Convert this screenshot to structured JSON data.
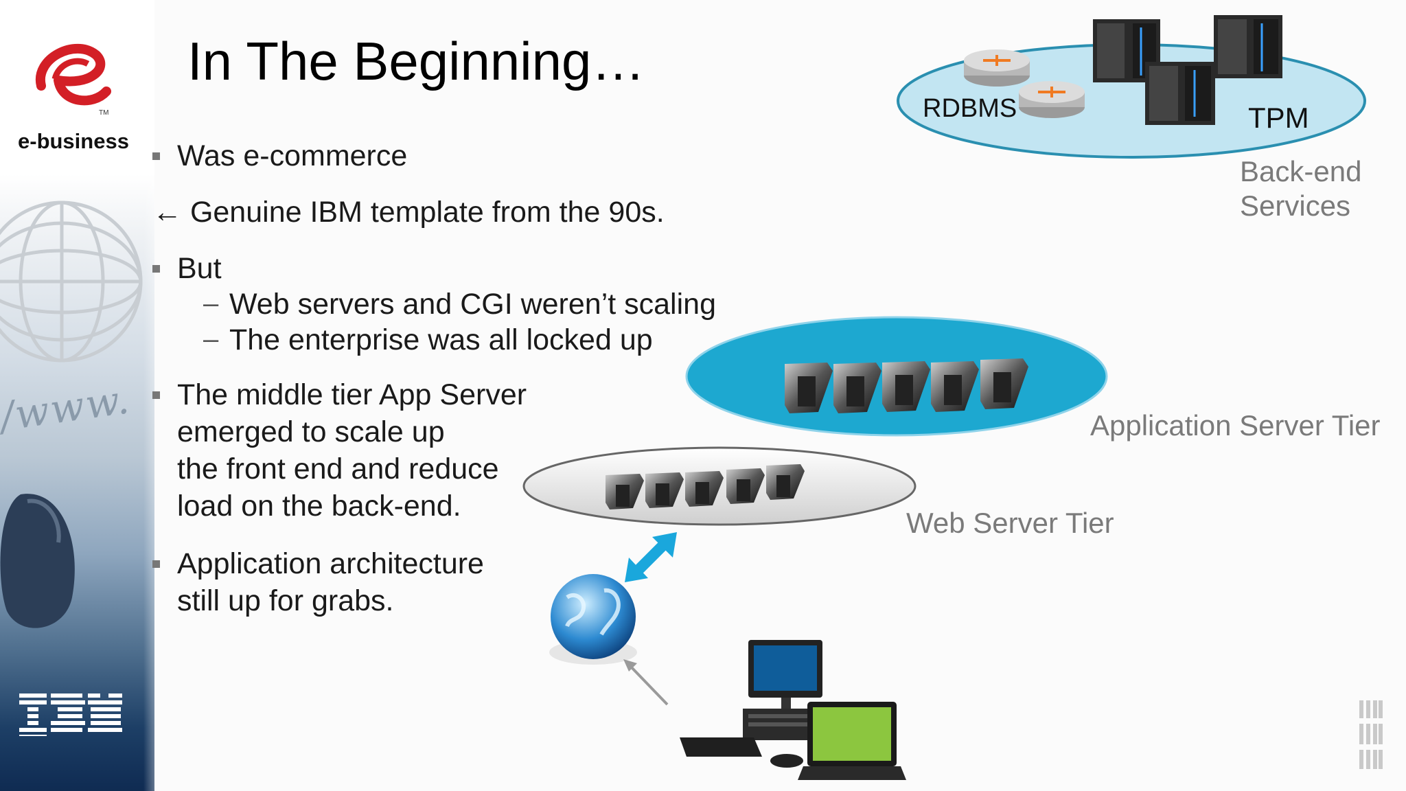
{
  "slide": {
    "title": "In The Beginning…",
    "sidebar": {
      "brand_tagline": "e-business",
      "decor_text": "/www.",
      "logo_icon": "ibm-logo",
      "e_icon": "e-business-logo"
    },
    "bullets": [
      {
        "text": "Was e-commerce"
      },
      {
        "text": "← Genuine IBM template from the 90s."
      },
      {
        "text": "But"
      },
      {
        "text": "The middle tier App Server"
      },
      {
        "text": "Application architecture"
      }
    ],
    "sub_bullets": [
      "Web servers and CGI weren’t scaling",
      "The enterprise was all locked up"
    ],
    "middle_tier_lines": [
      "The middle tier App Server",
      "emerged to scale up",
      "the front end and reduce",
      "load on the back-end."
    ],
    "arch_lines": [
      "Application architecture",
      "still up for grabs."
    ],
    "diagram": {
      "backend_labels": {
        "rdbms": "RDBMS",
        "tpm": "TPM"
      },
      "backend_tier_line1": "Back-end",
      "backend_tier_line2": "Services",
      "app_tier": "Application Server Tier",
      "web_tier": "Web Server Tier",
      "colors": {
        "app_ellipse": "#1da8d0",
        "backend_ellipse": "#bfe4f1",
        "web_ellipse": "#e6e6e6",
        "arrow": "#1aa7dc"
      }
    }
  }
}
